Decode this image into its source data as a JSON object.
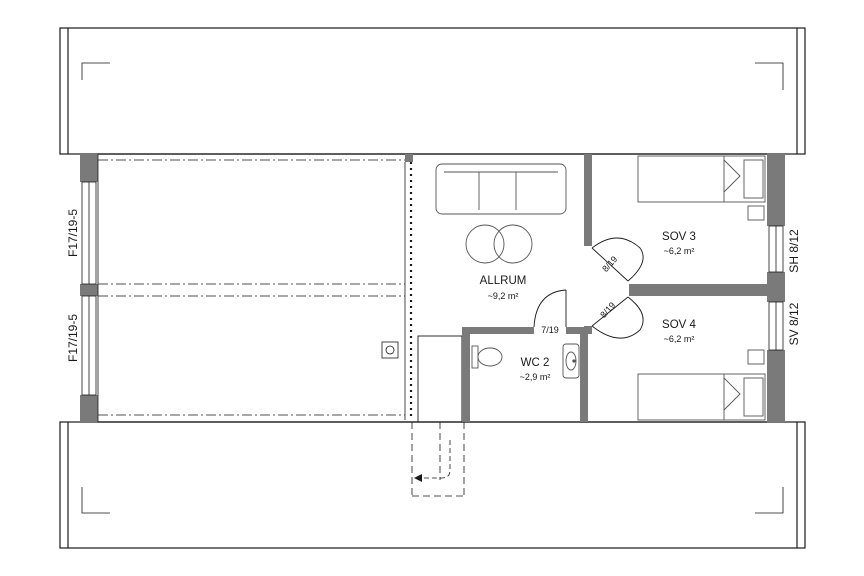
{
  "rooms": {
    "allrum": {
      "name": "ALLRUM",
      "area": "~9,2 m²"
    },
    "sov3": {
      "name": "SOV 3",
      "area": "~6,2 m²"
    },
    "sov4": {
      "name": "SOV 4",
      "area": "~6,2 m²"
    },
    "wc2": {
      "name": "WC 2",
      "area": "~2,9 m²"
    }
  },
  "doors": {
    "sov3_door": "8/19",
    "sov4_door": "8/19",
    "wc_door": "7/19"
  },
  "windows": {
    "left_upper": "F17/19-5",
    "left_lower": "F17/19-5",
    "right_upper": "SH 8/12",
    "right_lower": "SV 8/12"
  },
  "colors": {
    "wall": "#7a7a7a",
    "line": "#1a1a1a",
    "furniture": "#555555"
  }
}
